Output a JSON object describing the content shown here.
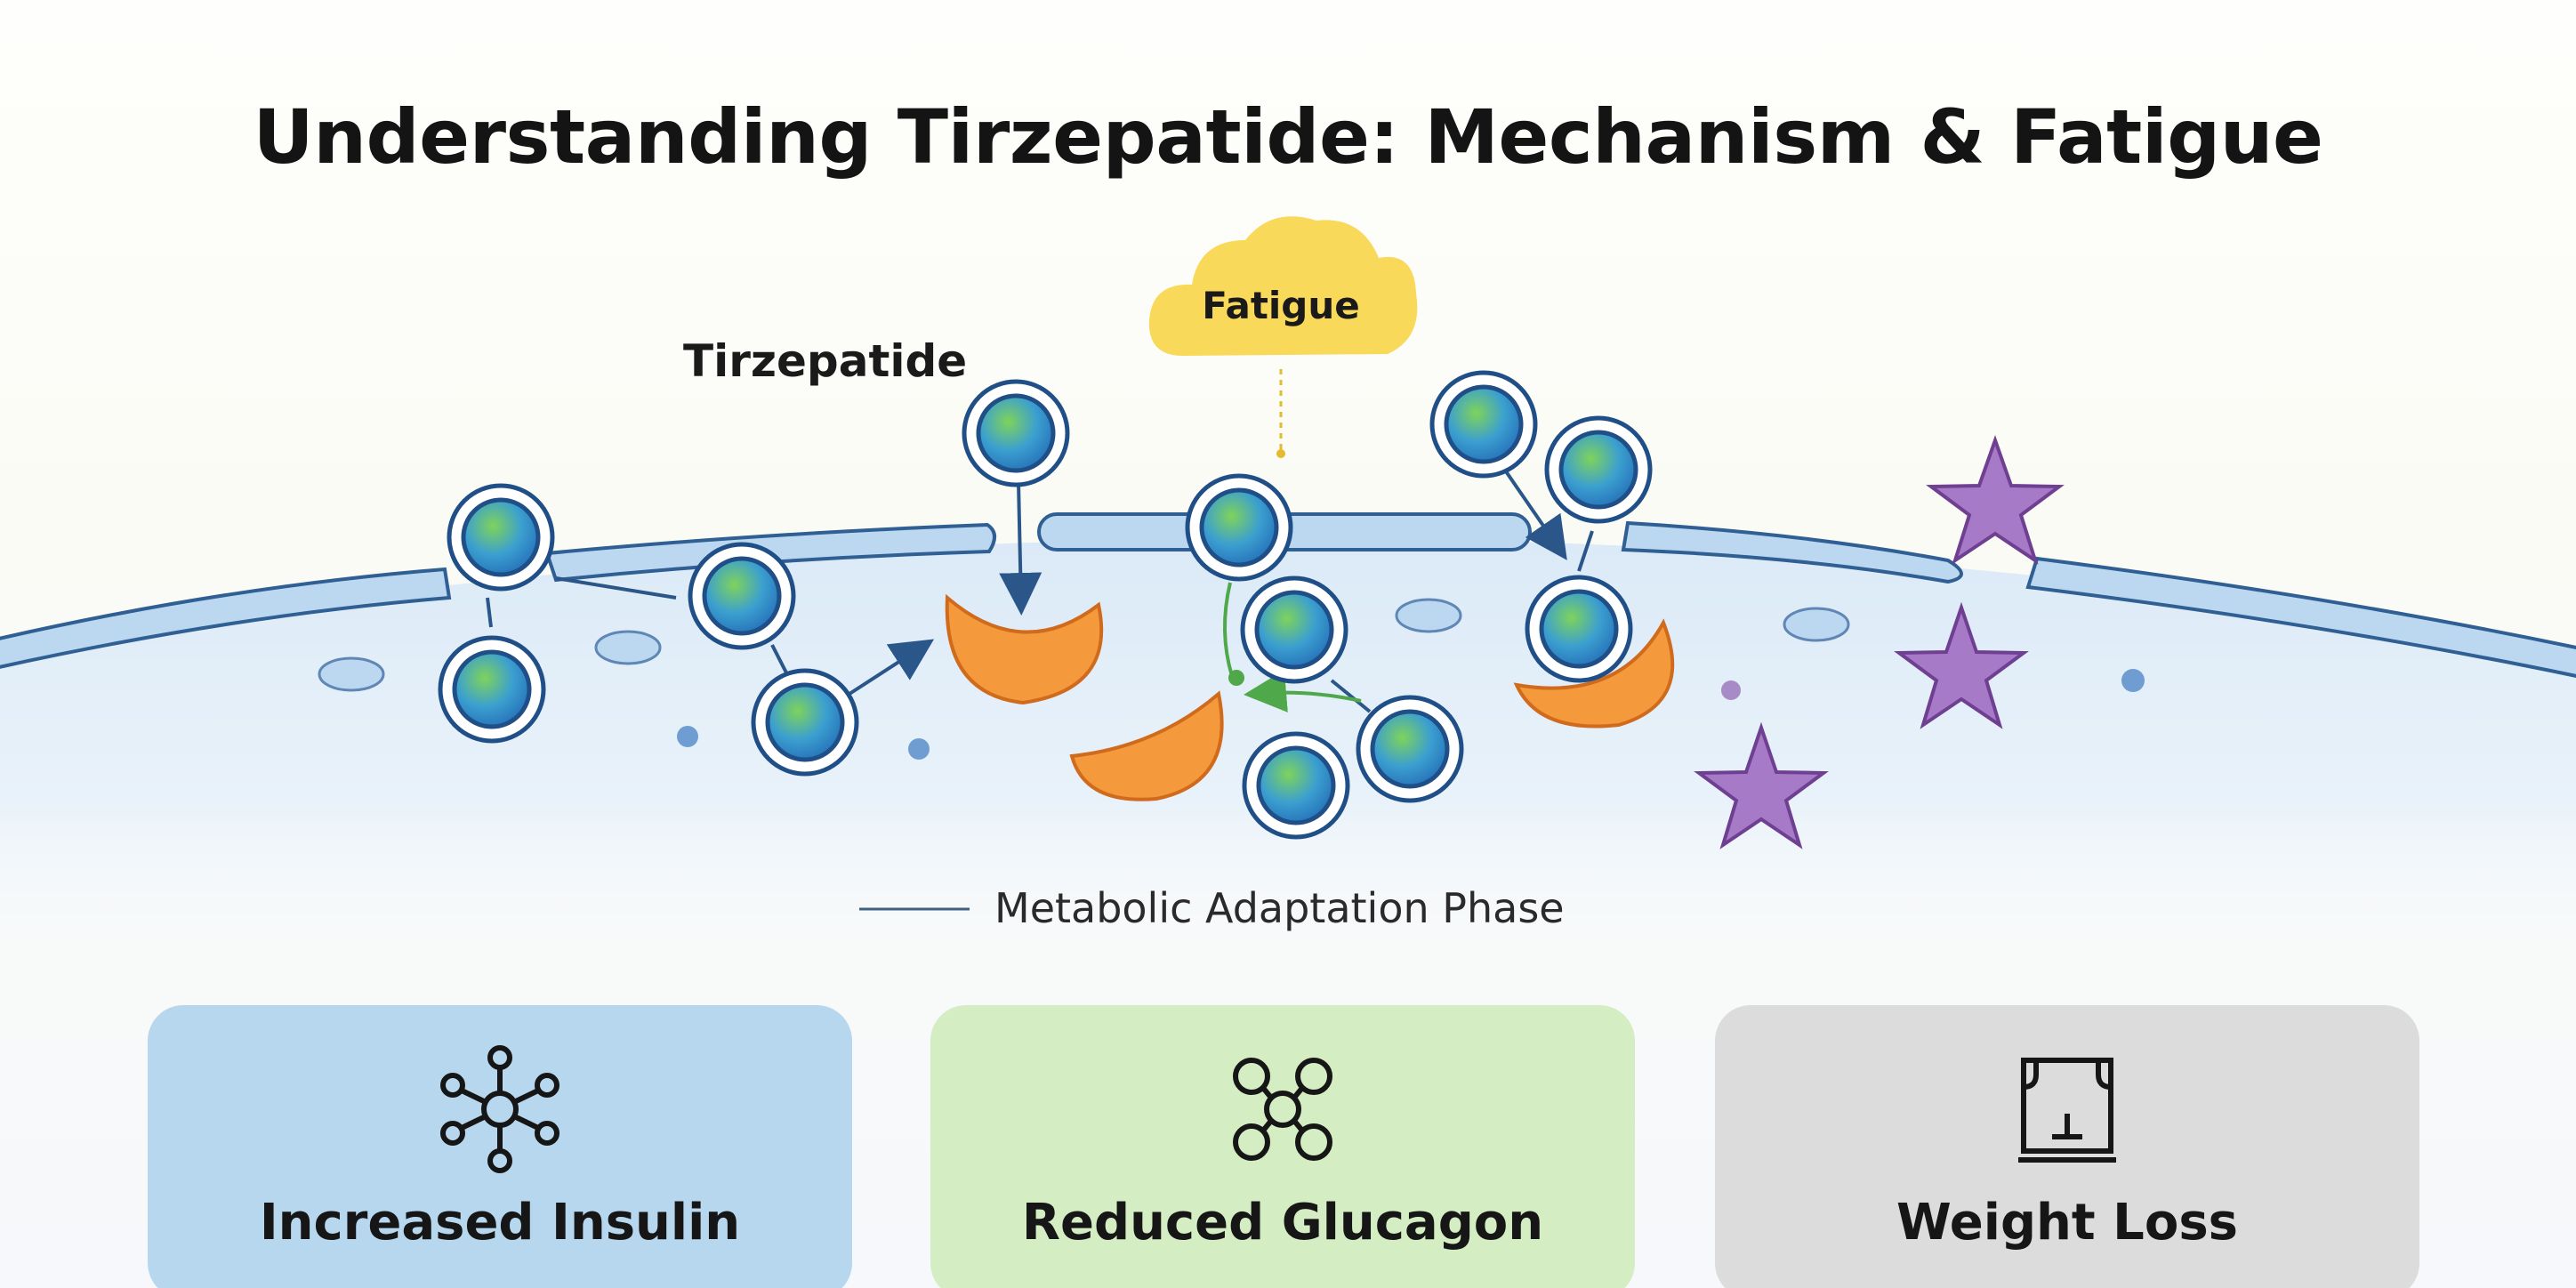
{
  "title": "Understanding Tirzepatide: Mechanism & Fatigue",
  "labels": {
    "drug": "Tirzepatide",
    "side_effect": "Fatigue",
    "phase": "Metabolic Adaptation Phase"
  },
  "cards": [
    {
      "label": "Increased Insulin",
      "icon": "molecule-network-icon",
      "color": "#b7d7ef"
    },
    {
      "label": "Reduced Glucagon",
      "icon": "ring-molecule-icon",
      "color": "#d4edc3"
    },
    {
      "label": "Weight Loss",
      "icon": "scale-box-icon",
      "color": "#dcdcdc"
    }
  ],
  "colors": {
    "membrane": "#bcd8f1",
    "membrane_stroke": "#2f5f93",
    "molecule_ring": "#1f4f86",
    "receptor": "#f49a3c",
    "star": "#a77ac8",
    "cloud": "#f8d95a"
  }
}
